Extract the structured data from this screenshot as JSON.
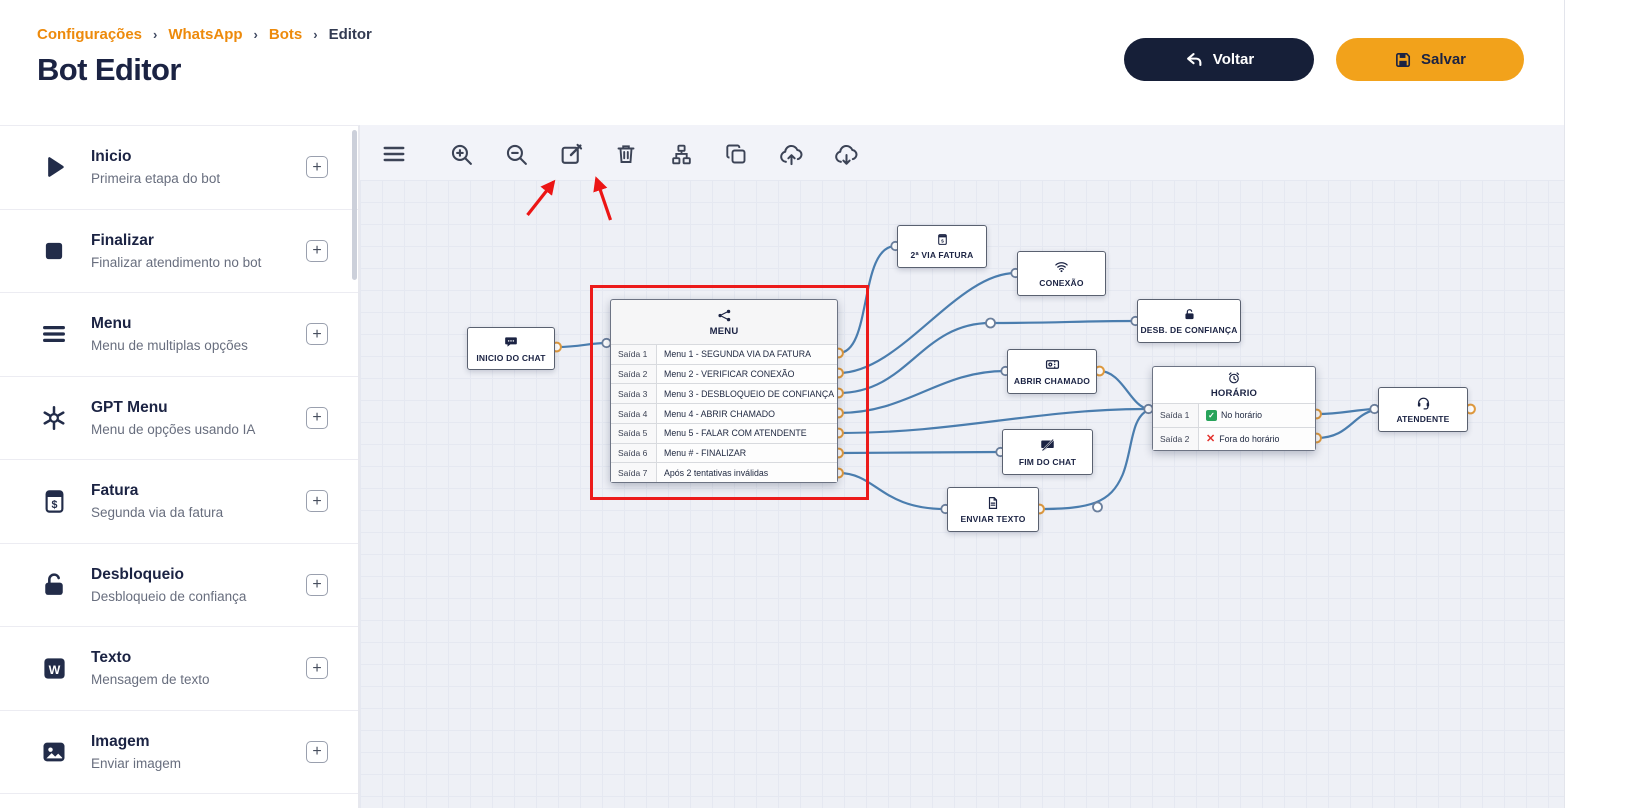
{
  "colors": {
    "accent_orange": "#F2A21B",
    "navy": "#1B2343",
    "link_orange": "#ED8A0B",
    "highlight_red": "#EC1B1B",
    "connection_blue": "#4A7DAE"
  },
  "header": {
    "breadcrumb": {
      "separator": "›",
      "items": [
        {
          "label": "Configurações"
        },
        {
          "label": "WhatsApp"
        },
        {
          "label": "Bots"
        },
        {
          "label": "Editor"
        }
      ]
    },
    "title": "Bot Editor",
    "buttons": {
      "back": "Voltar",
      "save": "Salvar"
    }
  },
  "sidebar": {
    "add_symbol": "+",
    "items": [
      {
        "title": "Inicio",
        "subtitle": "Primeira etapa do bot",
        "icon": "play-icon"
      },
      {
        "title": "Finalizar",
        "subtitle": "Finalizar atendimento no bot",
        "icon": "stop-icon"
      },
      {
        "title": "Menu",
        "subtitle": "Menu de multiplas opções",
        "icon": "menu-bars-icon"
      },
      {
        "title": "GPT Menu",
        "subtitle": "Menu de opções usando IA",
        "icon": "gpt-icon"
      },
      {
        "title": "Fatura",
        "subtitle": "Segunda via da fatura",
        "icon": "invoice-icon"
      },
      {
        "title": "Desbloqueio",
        "subtitle": "Desbloqueio de confiança",
        "icon": "unlock-icon"
      },
      {
        "title": "Texto",
        "subtitle": "Mensagem de texto",
        "icon": "text-icon"
      },
      {
        "title": "Imagem",
        "subtitle": "Enviar imagem",
        "icon": "image-icon"
      }
    ]
  },
  "toolbar": {
    "icons": [
      "menu-icon",
      "zoom-in-icon",
      "zoom-out-icon",
      "edit-icon",
      "delete-icon",
      "hierarchy-icon",
      "copy-icon",
      "cloud-upload-icon",
      "cloud-download-icon"
    ]
  },
  "canvas": {
    "nodes": {
      "inicio": {
        "label": "INICIO DO CHAT"
      },
      "menu": {
        "title": "MENU",
        "rows": [
          {
            "port": "Saída 1",
            "text": "Menu 1 - SEGUNDA VIA DA FATURA"
          },
          {
            "port": "Saída 2",
            "text": "Menu 2 - VERIFICAR CONEXÃO"
          },
          {
            "port": "Saída 3",
            "text": "Menu 3 - DESBLOQUEIO DE CONFIANÇA"
          },
          {
            "port": "Saída 4",
            "text": "Menu 4 - ABRIR CHAMADO"
          },
          {
            "port": "Saída 5",
            "text": "Menu 5 - FALAR COM ATENDENTE"
          },
          {
            "port": "Saída 6",
            "text": "Menu # - FINALIZAR"
          },
          {
            "port": "Saída 7",
            "text": "Após 2 tentativas inválidas"
          }
        ]
      },
      "fatura": {
        "label": "2ª VIA FATURA"
      },
      "conexao": {
        "label": "CONEXÃO"
      },
      "desbloqueio": {
        "label": "DESB. DE CONFIANÇA"
      },
      "chamado": {
        "label": "ABRIR CHAMADO"
      },
      "horario": {
        "title": "HORÁRIO",
        "rows": [
          {
            "port": "Saída 1",
            "icon": "✓",
            "text": "No horário"
          },
          {
            "port": "Saída 2",
            "icon": "✕",
            "text": "Fora do horário"
          }
        ]
      },
      "atendente": {
        "label": "ATENDENTE"
      },
      "fim": {
        "label": "FIM DO CHAT"
      },
      "enviar": {
        "label": "ENVIAR TEXTO"
      }
    }
  }
}
